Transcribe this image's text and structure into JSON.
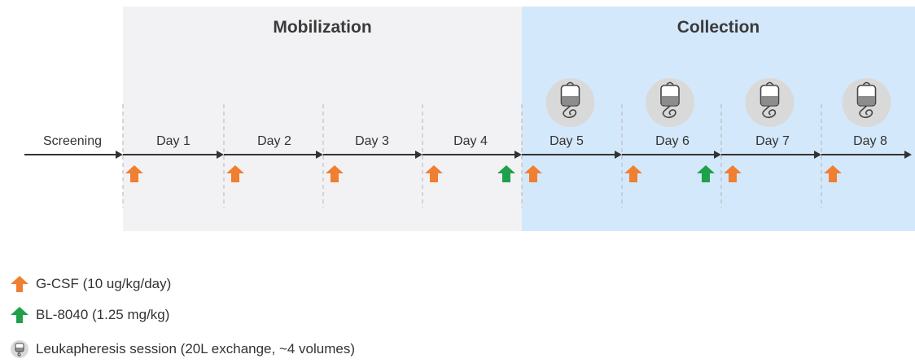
{
  "phases": [
    {
      "label": "Mobilization"
    },
    {
      "label": "Collection"
    }
  ],
  "days": [
    {
      "label": "Screening"
    },
    {
      "label": "Day 1"
    },
    {
      "label": "Day 2"
    },
    {
      "label": "Day 3"
    },
    {
      "label": "Day 4"
    },
    {
      "label": "Day 5"
    },
    {
      "label": "Day 6"
    },
    {
      "label": "Day 7"
    },
    {
      "label": "Day 8"
    }
  ],
  "colors": {
    "gcsf": "#f07f31",
    "bl8040": "#1fa04a",
    "mobilization_bg": "#f2f2f5",
    "collection_bg": "#d4e8fb",
    "axis": "#333333"
  },
  "doses": {
    "gcsf_days": [
      "Day 1",
      "Day 2",
      "Day 3",
      "Day 4",
      "Day 5",
      "Day 6",
      "Day 7",
      "Day 8"
    ],
    "bl8040_days": [
      "Day 4",
      "Day 6"
    ]
  },
  "leukapheresis_days": [
    "Day 5",
    "Day 6",
    "Day 7",
    "Day 8"
  ],
  "legend": [
    {
      "icon": "orange-up-arrow-icon",
      "label": "G-CSF (10 ug/kg/day)"
    },
    {
      "icon": "green-up-arrow-icon",
      "label": "BL-8040 (1.25 mg/kg)"
    },
    {
      "icon": "iv-bag-icon",
      "label": "Leukapheresis session (20L exchange, ~4 volumes)"
    }
  ]
}
